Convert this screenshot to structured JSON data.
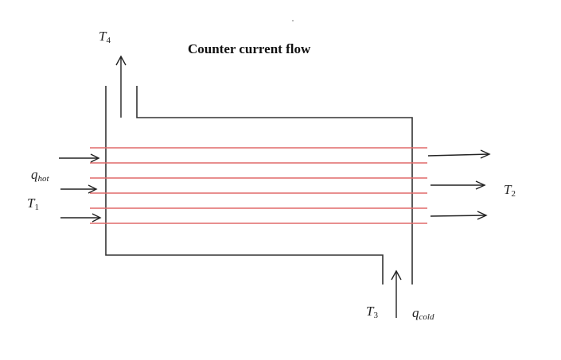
{
  "title": "Counter current flow",
  "labels": {
    "T4": {
      "main": "T",
      "sub": "4"
    },
    "qhot": {
      "main": "q",
      "sub": "hot"
    },
    "T1": {
      "main": "T",
      "sub": "1"
    },
    "T2": {
      "main": "T",
      "sub": "2"
    },
    "T3": {
      "main": "T",
      "sub": "3"
    },
    "qcold": {
      "main": "q",
      "sub": "cold"
    }
  },
  "colors": {
    "tube": "#e06a6a",
    "shell": "#333333",
    "arrow": "#222222"
  }
}
